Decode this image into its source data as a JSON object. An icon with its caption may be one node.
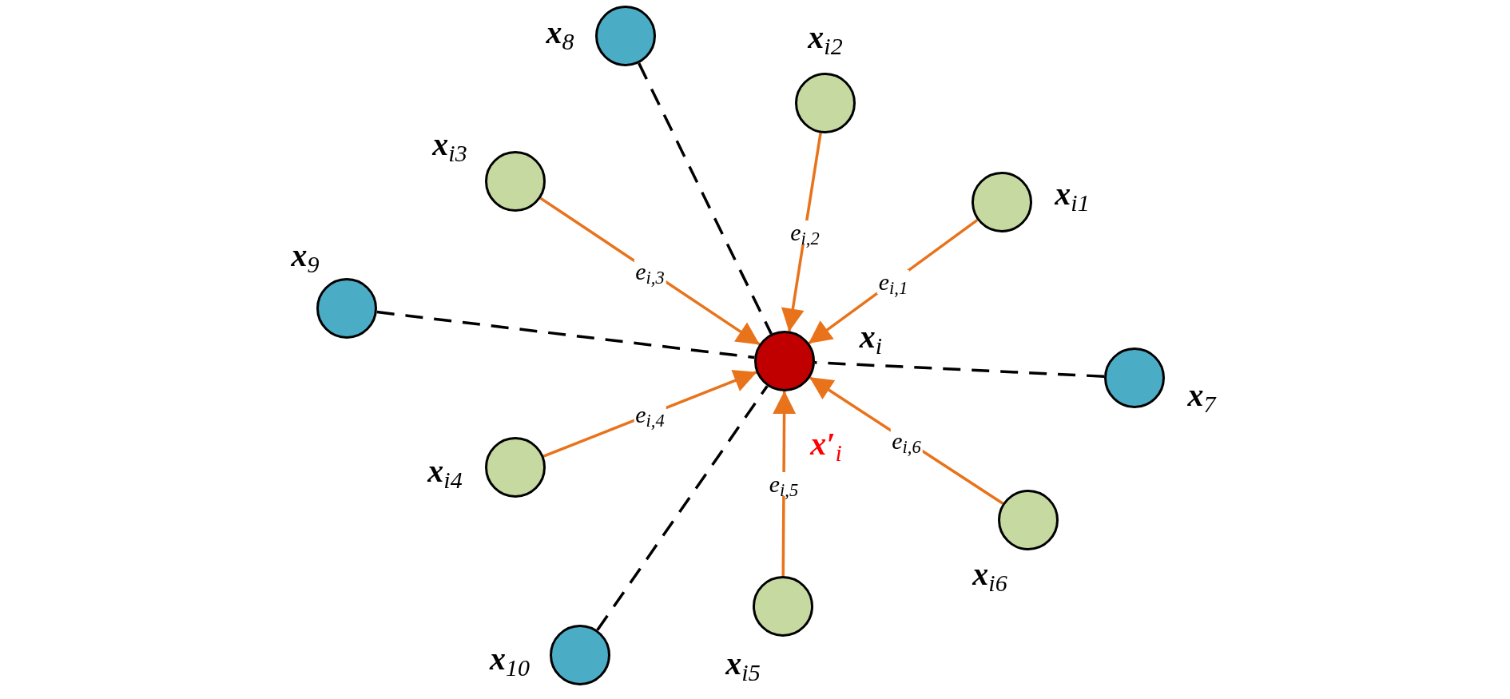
{
  "diagram": {
    "nodes": [
      {
        "text": [],
        "shape": "circle",
        "beside": [
          "**x**$_{i}$",
          "**x′**$_{i}$"
        ]
      },
      {
        "text": [
          "**x**$_{i1}$"
        ]
      },
      {
        "text": [
          "**x**$_{i2}$"
        ]
      },
      {
        "text": [
          "**x**$_{i3}$"
        ]
      },
      {
        "text": [
          "**x**$_{i4}$"
        ]
      },
      {
        "text": [
          "**x**$_{i5}$"
        ]
      },
      {
        "text": [
          "**x**$_{i6}$"
        ]
      },
      {
        "text": [
          "**x**$_{7}$"
        ]
      },
      {
        "text": [
          "**x**$_{8}$"
        ]
      },
      {
        "text": [
          "**x**$_{9}$"
        ]
      },
      {
        "text": [
          "**x**$_{10}$"
        ]
      }
    ],
    "edges": [
      {
        "from": 1,
        "to": 0,
        "arrow": "to",
        "label": "e$_{i,1}$"
      },
      {
        "from": 2,
        "to": 0,
        "arrow": "to",
        "label": "e$_{i,2}$"
      },
      {
        "from": 3,
        "to": 0,
        "arrow": "to",
        "label": "e$_{i,3}$"
      },
      {
        "from": 4,
        "to": 0,
        "arrow": "to",
        "label": "e$_{i,4}$"
      },
      {
        "from": 5,
        "to": 0,
        "arrow": "to",
        "label": "e$_{i,5}$"
      },
      {
        "from": 6,
        "to": 0,
        "arrow": "to",
        "label": "e$_{i,6}$"
      },
      {
        "from": 7,
        "to": 0,
        "arrow": "none",
        "style": "dashed",
        "color": "#000000"
      },
      {
        "from": 8,
        "to": 0,
        "arrow": "none",
        "style": "dashed",
        "color": "#000000"
      },
      {
        "from": 9,
        "to": 0,
        "arrow": "none",
        "style": "dashed",
        "color": "#000000"
      },
      {
        "from": 10,
        "to": 0,
        "arrow": "none",
        "style": "dashed",
        "color": "#000000"
      }
    ]
  }
}
